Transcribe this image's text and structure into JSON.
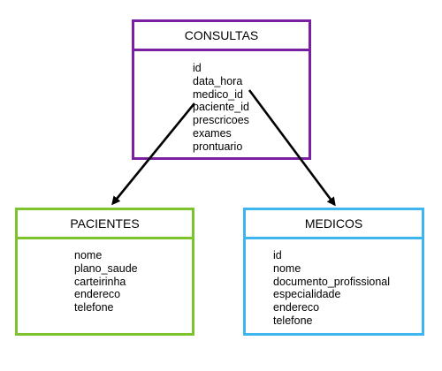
{
  "colors": {
    "consultas": "#7b1fa2",
    "pacientes": "#7cc42e",
    "medicos": "#3fb5f0",
    "arrow": "#000000"
  },
  "entities": {
    "consultas": {
      "title": "CONSULTAS",
      "fields": [
        "id",
        "data_hora",
        "medico_id",
        "paciente_id",
        "prescricoes",
        "exames",
        "prontuario"
      ]
    },
    "pacientes": {
      "title": "PACIENTES",
      "fields": [
        "nome",
        "plano_saude",
        "carteirinha",
        "endereco",
        "telefone"
      ]
    },
    "medicos": {
      "title": "MEDICOS",
      "fields": [
        "id",
        "nome",
        "documento_profissional",
        "especialidade",
        "endereco",
        "telefone"
      ]
    }
  },
  "relations": [
    {
      "from": "consultas.paciente_id",
      "to": "pacientes"
    },
    {
      "from": "consultas.medico_id",
      "to": "medicos"
    }
  ]
}
